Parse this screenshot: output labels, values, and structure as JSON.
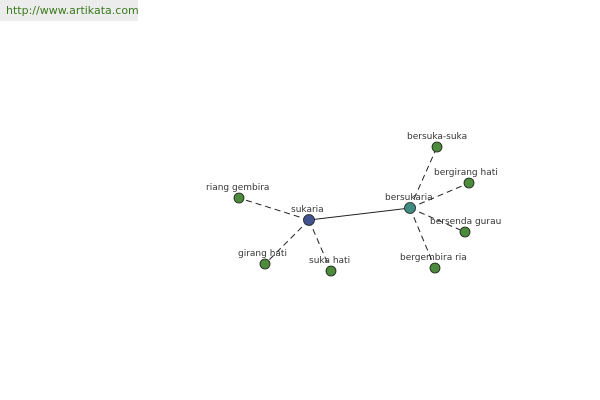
{
  "watermark": "http://www.artikata.com",
  "colors": {
    "center": "#44528f",
    "hub": "#3f8c80",
    "leaf": "#4c8a3c",
    "text": "#333333",
    "watermark_text": "#3a7a1c",
    "watermark_bg": "#ececec"
  },
  "nodes": [
    {
      "id": "sukaria",
      "label": "sukaria",
      "kind": "center"
    },
    {
      "id": "bersukaria",
      "label": "bersukaria",
      "kind": "hub"
    },
    {
      "id": "riang-gembira",
      "label": "riang gembira",
      "kind": "leaf"
    },
    {
      "id": "girang-hati",
      "label": "girang hati",
      "kind": "leaf"
    },
    {
      "id": "suka-hati",
      "label": "suka hati",
      "kind": "leaf"
    },
    {
      "id": "bersuka-suka",
      "label": "bersuka-suka",
      "kind": "leaf"
    },
    {
      "id": "bergirang-hati",
      "label": "bergirang hati",
      "kind": "leaf"
    },
    {
      "id": "bersenda-gurau",
      "label": "bersenda gurau",
      "kind": "leaf"
    },
    {
      "id": "bergembira-ria",
      "label": "bergembira ria",
      "kind": "leaf"
    }
  ],
  "edges": [
    {
      "from": "sukaria",
      "to": "bersukaria",
      "style": "solid"
    },
    {
      "from": "sukaria",
      "to": "riang-gembira",
      "style": "dashed"
    },
    {
      "from": "sukaria",
      "to": "girang-hati",
      "style": "dashed"
    },
    {
      "from": "sukaria",
      "to": "suka-hati",
      "style": "dashed"
    },
    {
      "from": "bersukaria",
      "to": "bersuka-suka",
      "style": "dashed"
    },
    {
      "from": "bersukaria",
      "to": "bergirang-hati",
      "style": "dashed"
    },
    {
      "from": "bersukaria",
      "to": "bersenda-gurau",
      "style": "dashed"
    },
    {
      "from": "bersukaria",
      "to": "bergembira-ria",
      "style": "dashed"
    }
  ]
}
